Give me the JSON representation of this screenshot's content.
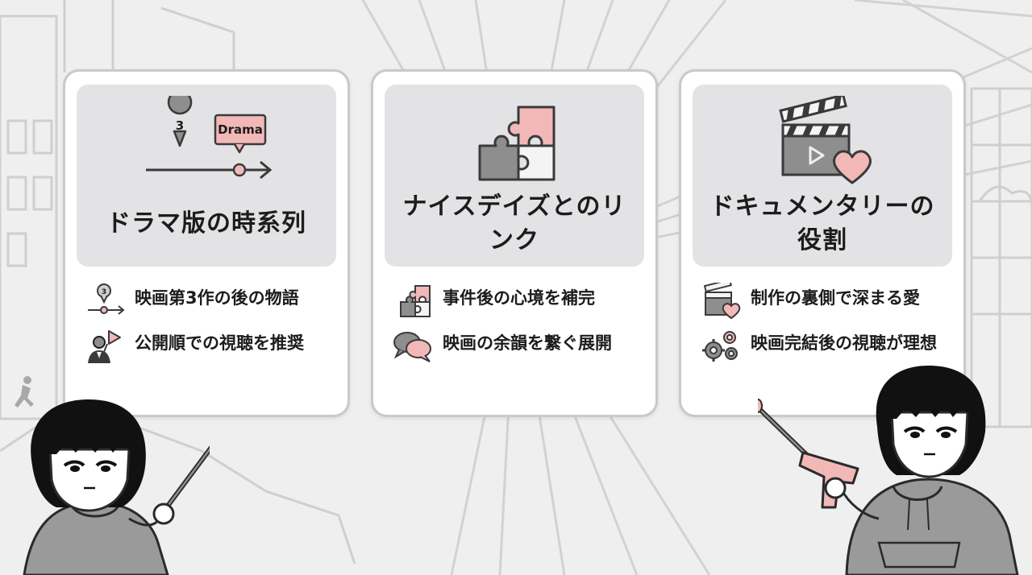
{
  "cards": [
    {
      "title": "ドラマ版の時系列",
      "icon": "timeline-icon",
      "tag_label": "Drama",
      "marker_number": "3",
      "items": [
        {
          "text": "映画第3作の後の物語",
          "icon": "timeline-small-icon",
          "marker_number": "3"
        },
        {
          "text": "公開順での視聴を推奨",
          "icon": "presenter-play-icon"
        }
      ]
    },
    {
      "title": "ナイスデイズとのリンク",
      "icon": "puzzle-icon",
      "items": [
        {
          "text": "事件後の心境を補完",
          "icon": "puzzle-small-icon"
        },
        {
          "text": "映画の余韻を繋ぐ展開",
          "icon": "speech-bubbles-icon"
        }
      ]
    },
    {
      "title": "ドキュメンタリーの役割",
      "icon": "clapperboard-heart-icon",
      "items": [
        {
          "text": "制作の裏側で深まる愛",
          "icon": "clapperboard-small-icon"
        },
        {
          "text": "映画完結後の視聴が理想",
          "icon": "gears-icon"
        }
      ]
    }
  ],
  "colors": {
    "accent_pink": "#f2b8b8",
    "dark_gray": "#3a3a3a",
    "mid_gray": "#9a9a9a",
    "panel_gray": "#e3e3e5"
  }
}
